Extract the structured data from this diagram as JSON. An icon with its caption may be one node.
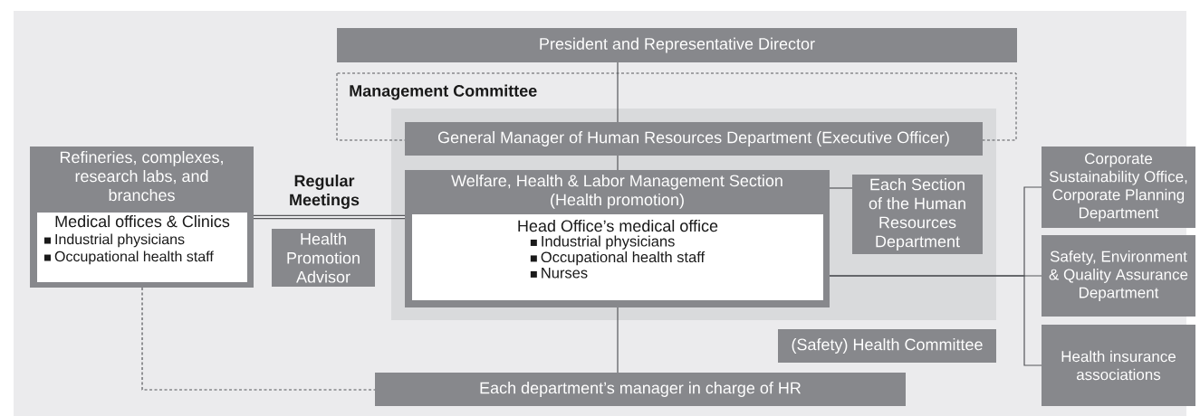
{
  "diagram": {
    "nodes": [
      {
        "text": [
          "President and Representative Director"
        ]
      },
      {
        "text": [],
        "shape": "box"
      },
      {
        "text": [
          "General Manager of Human Resources Department (Executive Officer)"
        ],
        "in": 1
      },
      {
        "text": [
          "Welfare, Health & Labor Management Section (Health promotion)"
        ],
        "in": 1
      },
      {
        "text": [
          "Head Office’s medical office",
          "Industrial physicians",
          "Occupational health staff",
          "Nurses"
        ],
        "in": 3
      },
      {
        "text": [
          "Each Section of the Human Resources Department"
        ],
        "in": 1
      },
      {
        "text": [
          "Refineries, complexes, research labs, and branches"
        ]
      },
      {
        "text": [
          "Medical offices & Clinics",
          "Industrial physicians",
          "Occupational health staff"
        ],
        "in": 6
      },
      {
        "text": [
          "Health Promotion Advisor"
        ]
      },
      {
        "text": [
          "(Safety) Health Committee"
        ]
      },
      {
        "text": [
          "Each department’s manager in charge of HR"
        ]
      },
      {
        "text": [
          "Corporate Sustainability Office, Corporate Planning Department"
        ]
      },
      {
        "text": [
          "Safety, Environment & Quality Assurance Department"
        ]
      },
      {
        "text": [
          "Health insurance associations"
        ]
      }
    ],
    "edges": [
      {
        "from": 0,
        "to": 2,
        "arrow": "none"
      },
      {
        "from": 2,
        "to": 3,
        "arrow": "none"
      },
      {
        "from": 3,
        "to": 5,
        "arrow": "none"
      },
      {
        "from": 6,
        "to": 3,
        "arrow": "none",
        "label": "Regular Meetings",
        "style": "thick"
      },
      {
        "from": 3,
        "to": 10,
        "arrow": "none"
      },
      {
        "from": 3,
        "to": 11,
        "arrow": "none"
      },
      {
        "from": 3,
        "to": 12,
        "arrow": "none"
      },
      {
        "from": 3,
        "to": 13,
        "arrow": "none"
      },
      {
        "from": 6,
        "to": 10,
        "arrow": "none",
        "style": "dashed"
      }
    ],
    "labels": [
      "Management Committee"
    ]
  }
}
